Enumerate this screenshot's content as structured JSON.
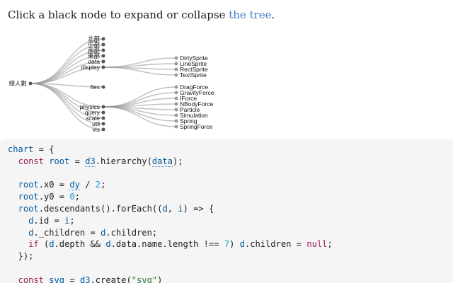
{
  "intro": {
    "text": "Click a black node to expand or collapse ",
    "link_text": "the tree",
    "end": ".",
    "link_color": "#3b82c4"
  },
  "tree": {
    "root": "總人數",
    "children": [
      {
        "name": "北部"
      },
      {
        "name": "中部"
      },
      {
        "name": "南部"
      },
      {
        "name": "東部"
      },
      {
        "name": "data"
      },
      {
        "name": "display",
        "children": [
          "DirtySprite",
          "LineSprite",
          "RectSprite",
          "TextSprite"
        ]
      },
      {
        "name": "flex"
      },
      {
        "name": "physics",
        "children": [
          "DragForce",
          "GravityForce",
          "IForce",
          "NBodyForce",
          "Particle",
          "Simulation",
          "Spring",
          "SpringForce"
        ]
      },
      {
        "name": "query"
      },
      {
        "name": "scale"
      },
      {
        "name": "util"
      },
      {
        "name": "vis"
      }
    ],
    "link_color": "#999999",
    "node_color": "#555555"
  },
  "code": {
    "line1": [
      "chart",
      " = {"
    ],
    "line2": [
      "const",
      " ",
      "root",
      " = ",
      "d3",
      ".hierarchy(",
      "data",
      ");"
    ],
    "line4": [
      "root",
      ".x0 = ",
      "dy",
      " / ",
      "2",
      ";"
    ],
    "line5": [
      "root",
      ".y0 = ",
      "0",
      ";"
    ],
    "line6": [
      "root",
      ".descendants().forEach((",
      "d",
      ", ",
      "i",
      ") => {"
    ],
    "line7": [
      "d",
      ".id = ",
      "i",
      ";"
    ],
    "line8": [
      "d",
      "._children = ",
      "d",
      ".children;"
    ],
    "line9": [
      "if",
      " (",
      "d",
      ".depth && ",
      "d",
      ".data.name.length !== ",
      "7",
      ") ",
      "d",
      ".children = ",
      "null",
      ";"
    ],
    "line10": [
      "});"
    ],
    "line12": [
      "const",
      " ",
      "svg",
      " = ",
      "d3",
      ".create(",
      "\"svg\"",
      ")"
    ]
  }
}
